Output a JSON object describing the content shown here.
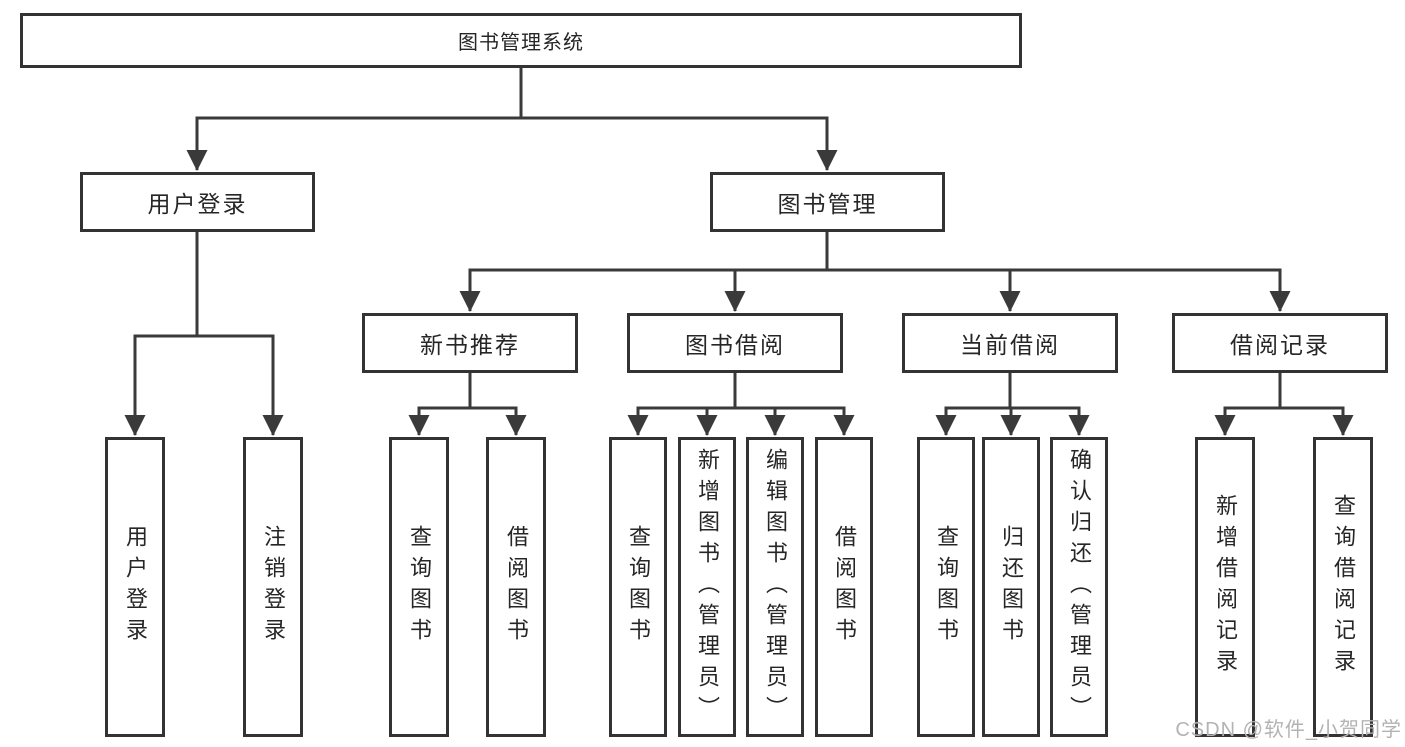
{
  "diagram": {
    "root": "图书管理系统",
    "level2": [
      "用户登录",
      "图书管理"
    ],
    "level3": [
      "新书推荐",
      "图书借阅",
      "当前借阅",
      "借阅记录"
    ],
    "leafGroups": [
      [
        "用户登录",
        "注销登录"
      ],
      [
        "查询图书",
        "借阅图书"
      ],
      [
        "查询图书",
        "新增图书（管理员）",
        "编辑图书（管理员）",
        "借阅图书"
      ],
      [
        "查询图书",
        "归还图书",
        "确认归还（管理员）"
      ],
      [
        "新增借阅记录",
        "查询借阅记录"
      ]
    ]
  },
  "watermark": "CSDN @软件_小贺同学",
  "colors": {
    "line": "#3a3a3a",
    "box_border": "#333333",
    "text": "#262626",
    "watermark_text": "#b3b3b3",
    "background": "#ffffff"
  }
}
